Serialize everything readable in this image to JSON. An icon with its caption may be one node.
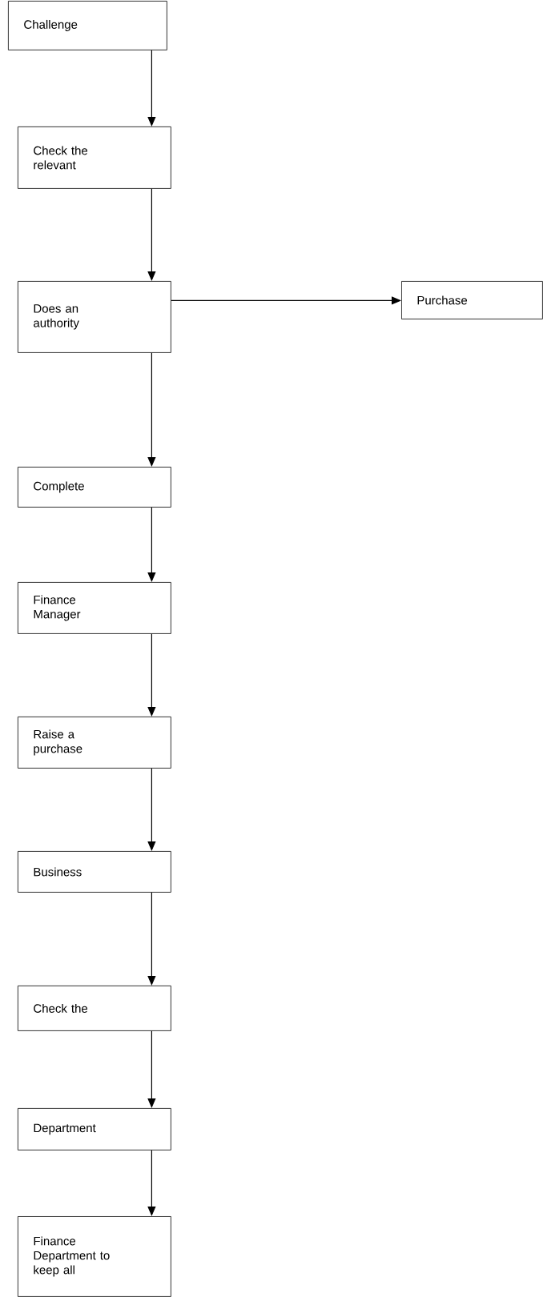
{
  "diagram": {
    "nodes": [
      {
        "text": [
          "Challenge"
        ]
      },
      {
        "text": [
          "Check the relevant"
        ]
      },
      {
        "text": [
          "Does an authority"
        ]
      },
      {
        "text": [
          "Purchase"
        ]
      },
      {
        "text": [
          "Complete"
        ]
      },
      {
        "text": [
          "Finance Manager"
        ]
      },
      {
        "text": [
          "Raise a purchase"
        ]
      },
      {
        "text": [
          "Business"
        ]
      },
      {
        "text": [
          "Check the"
        ]
      },
      {
        "text": [
          "Department"
        ]
      },
      {
        "text": [
          "Finance Department to keep all"
        ]
      }
    ],
    "edges": [
      {
        "from": 0,
        "to": 1,
        "arrow": "to"
      },
      {
        "from": 1,
        "to": 2,
        "arrow": "to"
      },
      {
        "from": 2,
        "to": 3,
        "arrow": "to"
      },
      {
        "from": 2,
        "to": 4,
        "arrow": "to"
      },
      {
        "from": 4,
        "to": 5,
        "arrow": "to"
      },
      {
        "from": 5,
        "to": 6,
        "arrow": "to"
      },
      {
        "from": 6,
        "to": 7,
        "arrow": "to"
      },
      {
        "from": 7,
        "to": 8,
        "arrow": "to"
      },
      {
        "from": 8,
        "to": 9,
        "arrow": "to"
      },
      {
        "from": 9,
        "to": 10,
        "arrow": "to"
      }
    ]
  }
}
